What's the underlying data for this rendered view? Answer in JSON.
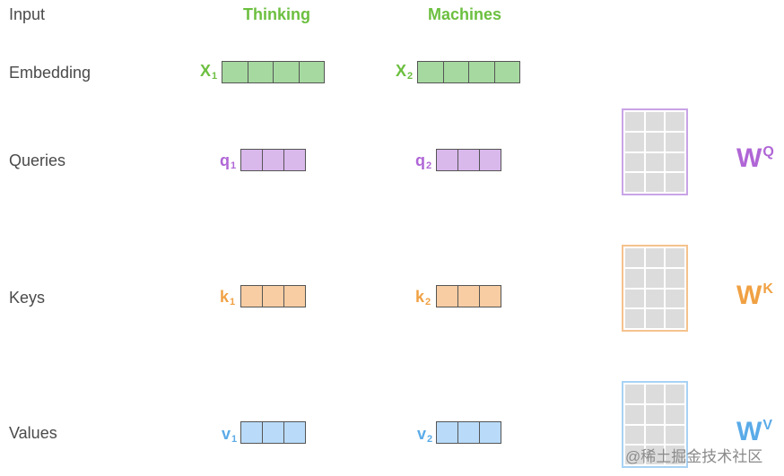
{
  "rows": {
    "input": "Input",
    "embedding": "Embedding",
    "queries": "Queries",
    "keys": "Keys",
    "values": "Values"
  },
  "words": [
    "Thinking",
    "Machines"
  ],
  "embeddings": [
    {
      "base": "X",
      "sub": "1"
    },
    {
      "base": "X",
      "sub": "2"
    }
  ],
  "queries": [
    {
      "base": "q",
      "sub": "1"
    },
    {
      "base": "q",
      "sub": "2"
    }
  ],
  "keys": [
    {
      "base": "k",
      "sub": "1"
    },
    {
      "base": "k",
      "sub": "2"
    }
  ],
  "values": [
    {
      "base": "v",
      "sub": "1"
    },
    {
      "base": "v",
      "sub": "2"
    }
  ],
  "weights": {
    "query": {
      "base": "W",
      "sup": "Q"
    },
    "key": {
      "base": "W",
      "sup": "K"
    },
    "value": {
      "base": "W",
      "sup": "V"
    }
  },
  "colors": {
    "word": "#6cbf3f",
    "query": "#b066d6",
    "key": "#f0a143",
    "value": "#5aabe8"
  },
  "watermark": "@稀土掘金技术社区"
}
